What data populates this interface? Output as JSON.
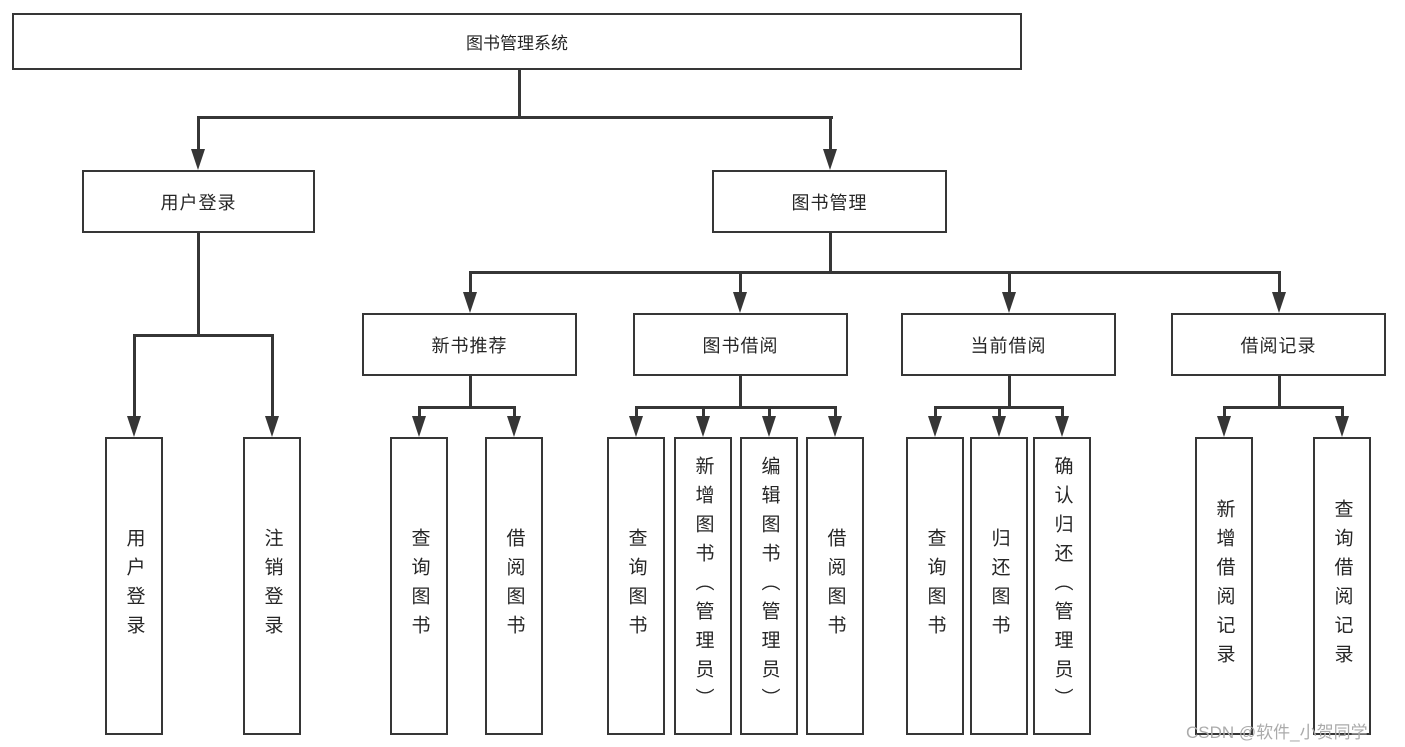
{
  "tree": {
    "label": "图书管理系统",
    "children": [
      {
        "label": "用户登录",
        "children": [
          {
            "label": "用户登录"
          },
          {
            "label": "注销登录"
          }
        ]
      },
      {
        "label": "图书管理",
        "children": [
          {
            "label": "新书推荐",
            "children": [
              {
                "label": "查询图书"
              },
              {
                "label": "借阅图书"
              }
            ]
          },
          {
            "label": "图书借阅",
            "children": [
              {
                "label": "查询图书"
              },
              {
                "label": "新增图书（管理员）"
              },
              {
                "label": "编辑图书（管理员）"
              },
              {
                "label": "借阅图书"
              }
            ]
          },
          {
            "label": "当前借阅",
            "children": [
              {
                "label": "查询图书"
              },
              {
                "label": "归还图书"
              },
              {
                "label": "确认归还（管理员）"
              }
            ]
          },
          {
            "label": "借阅记录",
            "children": [
              {
                "label": "新增借阅记录"
              },
              {
                "label": "查询借阅记录"
              }
            ]
          }
        ]
      }
    ]
  },
  "watermark": {
    "text": "CSDN @软件_小贺同学"
  },
  "colors": {
    "line": "#363636",
    "text": "#262626",
    "background": "#ffffff",
    "watermark": "#ababab"
  }
}
